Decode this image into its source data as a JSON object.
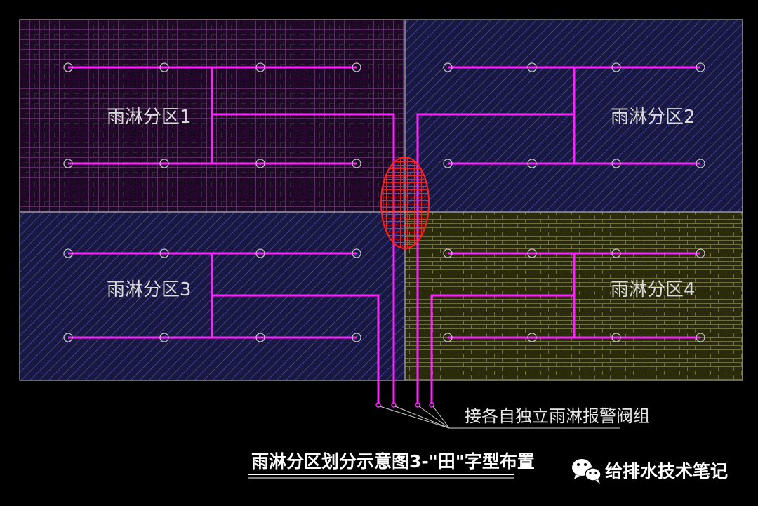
{
  "diagram": {
    "zones": [
      {
        "label": "雨淋分区1"
      },
      {
        "label": "雨淋分区2"
      },
      {
        "label": "雨淋分区3"
      },
      {
        "label": "雨淋分区4"
      }
    ],
    "note": "接各自独立雨淋报警阀组",
    "title": "雨淋分区划分示意图3-\"田\"字型布置"
  },
  "brand": {
    "name": "给排水技术笔记",
    "icon": "wechat-icon"
  },
  "colors": {
    "pipe": "#ff22ff",
    "sprinkler": "#bdbdbd",
    "highlight": "#ff2020",
    "zone1_fill": "#1d0a24",
    "zone2_fill": "#181840",
    "zone3_fill": "#181840",
    "zone4_fill": "#2a2a14"
  }
}
